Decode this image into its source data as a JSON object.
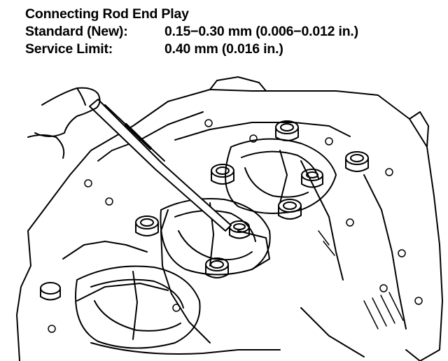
{
  "spec": {
    "title": "Connecting Rod End Play",
    "standard_label": "Standard (New):",
    "standard_value": "0.15−0.30 mm (0.006−0.012 in.)",
    "limit_label": "Service Limit:",
    "limit_value": "0.40 mm (0.016 in.)"
  },
  "colors": {
    "ink": "#000000",
    "paper": "#ffffff"
  }
}
